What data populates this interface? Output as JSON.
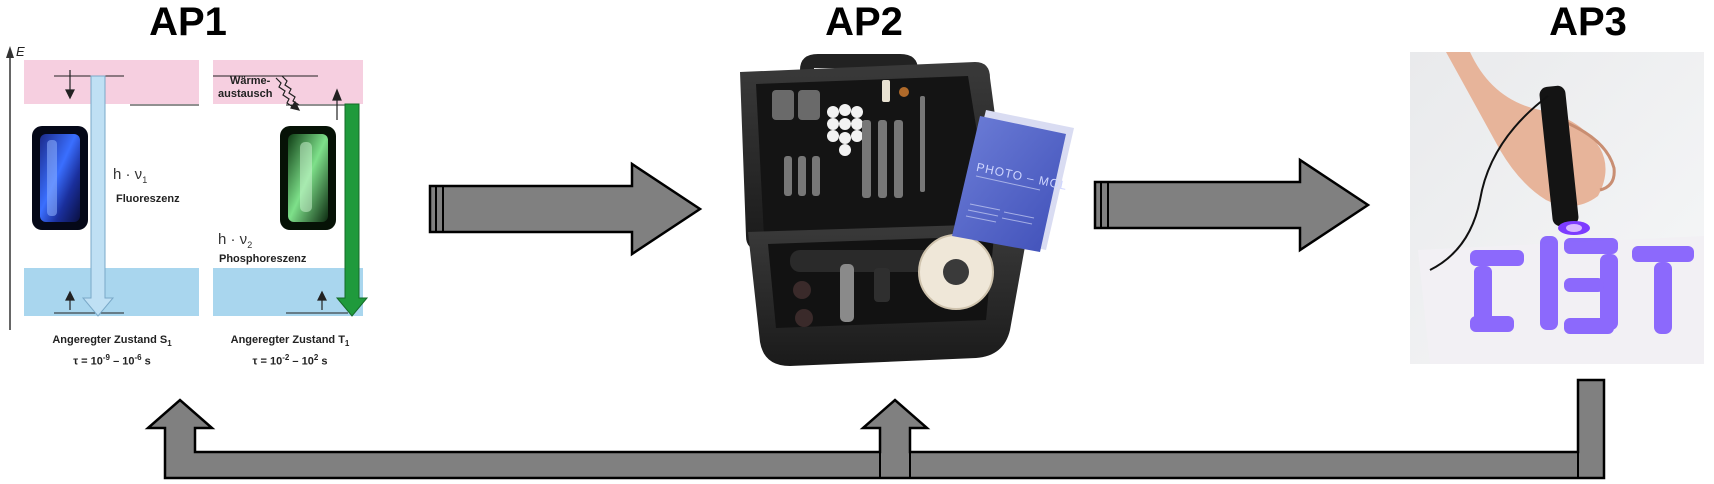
{
  "stages": [
    {
      "label": "AP1"
    },
    {
      "label": "AP2"
    },
    {
      "label": "AP3"
    }
  ],
  "jablonski": {
    "energy_axis": "E",
    "heat_exchange_line1": "Wärme-",
    "heat_exchange_line2": "austausch",
    "fluorescence_hv": "h · ν",
    "fluorescence_sub": "1",
    "fluorescence_label": "Fluoreszenz",
    "phosphorescence_hv": "h · ν",
    "phosphorescence_sub": "2",
    "phosphorescence_label": "Phosphoreszenz",
    "singlet_state": "Angeregter Zustand S",
    "singlet_sub": "1",
    "singlet_tau_prefix": "τ = 10",
    "singlet_tau_exp1": "-9",
    "singlet_tau_mid": " – 10",
    "singlet_tau_exp2": "-6",
    "singlet_tau_unit": " s",
    "triplet_state": "Angeregter Zustand T",
    "triplet_sub": "1",
    "triplet_tau_prefix": "τ = 10",
    "triplet_tau_exp1": "-2",
    "triplet_tau_mid": " – 10",
    "triplet_tau_exp2": "2",
    "triplet_tau_unit": " s"
  },
  "kit_manual": {
    "title": "PHOTO – MOL"
  },
  "colors": {
    "arrow_fill": "#808080",
    "arrow_stroke": "#000000",
    "excited_band": "#f6cfe0",
    "ground_band": "#a9d6ee",
    "fluorescence_arrow": "#bfe0f4",
    "phosphorescence_arrow": "#1f9a3c",
    "uv_glow": "#6a3cff"
  }
}
